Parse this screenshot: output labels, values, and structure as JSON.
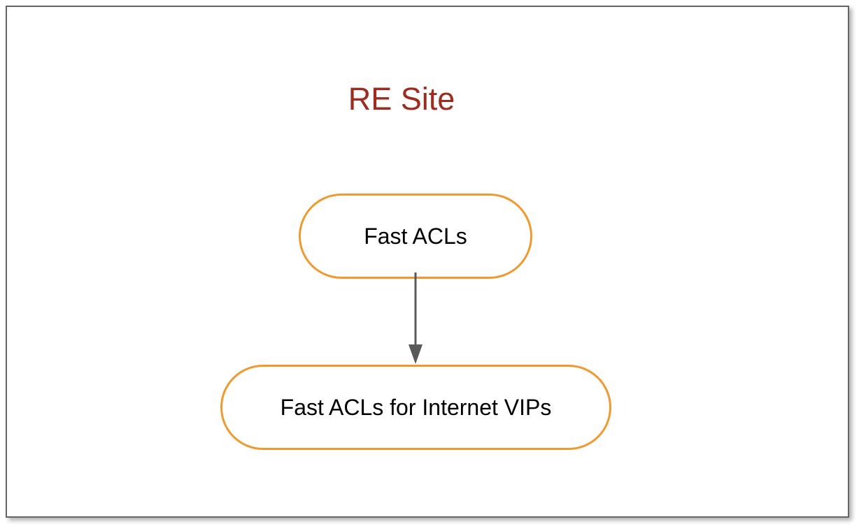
{
  "diagram": {
    "type": "flowchart",
    "title": "RE Site",
    "title_color": "#9E2B20",
    "background_color": "#FFFFFF",
    "frame_border_color": "#656565",
    "node_border_color": "#EE9A31",
    "node_fill_color": "#FFFFFF",
    "node_text_color": "#000000",
    "connector_color": "#595959",
    "nodes": [
      {
        "id": "fast-acls",
        "label": "Fast ACLs",
        "shape": "rounded-pill"
      },
      {
        "id": "fast-acls-internet-vips",
        "label": "Fast ACLs for Internet VIPs",
        "shape": "rounded-pill"
      }
    ],
    "edges": [
      {
        "from": "fast-acls",
        "to": "fast-acls-internet-vips",
        "style": "solid",
        "arrowhead": "filled-triangle",
        "direction": "down",
        "label": ""
      }
    ]
  }
}
